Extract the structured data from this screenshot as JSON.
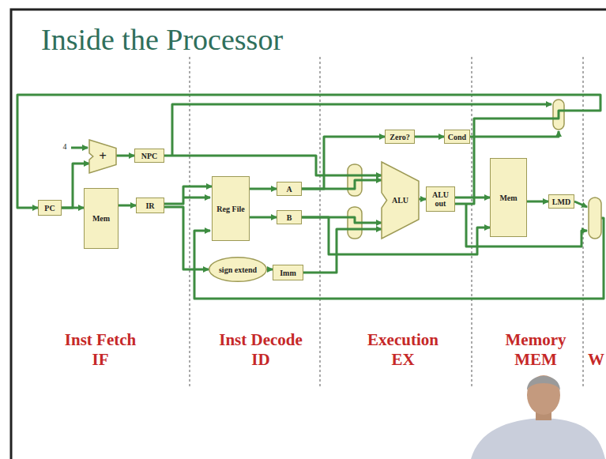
{
  "diagram": {
    "title": "Inside the Processor",
    "nodes": [
      {
        "text": [
          "PC"
        ]
      },
      {
        "text": [
          "+"
        ]
      },
      {
        "text": [
          "NPC"
        ]
      },
      {
        "text": [
          "Mem"
        ]
      },
      {
        "text": [
          "IR"
        ]
      },
      {
        "text": [
          "Reg File"
        ]
      },
      {
        "text": [
          "A"
        ]
      },
      {
        "text": [
          "B"
        ]
      },
      {
        "text": [
          "sign extend"
        ]
      },
      {
        "text": [
          "Imm"
        ]
      },
      {
        "text": [
          "Zero?"
        ]
      },
      {
        "text": [
          "Cond"
        ]
      },
      {
        "text": [
          "ALU"
        ]
      },
      {
        "text": [
          "ALU out"
        ]
      },
      {
        "text": [
          "Mem"
        ]
      },
      {
        "text": [
          "LMD"
        ]
      }
    ],
    "edges": [
      {
        "from": 0,
        "to": 1,
        "arrow": "to"
      },
      {
        "from": 0,
        "to": 3,
        "arrow": "to"
      },
      {
        "from": 1,
        "to": 2,
        "arrow": "to"
      },
      {
        "from": 2,
        "to": 12,
        "arrow": "to"
      },
      {
        "from": 3,
        "to": 4,
        "arrow": "to"
      },
      {
        "from": 4,
        "to": 5,
        "arrow": "to"
      },
      {
        "from": 4,
        "to": 8,
        "arrow": "to"
      },
      {
        "from": 5,
        "to": 6,
        "arrow": "to"
      },
      {
        "from": 5,
        "to": 7,
        "arrow": "to"
      },
      {
        "from": 8,
        "to": 9,
        "arrow": "to"
      },
      {
        "from": 6,
        "to": 12,
        "arrow": "to"
      },
      {
        "from": 6,
        "to": 10,
        "arrow": "to"
      },
      {
        "from": 7,
        "to": 12,
        "arrow": "to"
      },
      {
        "from": 9,
        "to": 12,
        "arrow": "to"
      },
      {
        "from": 7,
        "to": 14,
        "arrow": "to"
      },
      {
        "from": 10,
        "to": 11,
        "arrow": "to"
      },
      {
        "from": 12,
        "to": 13,
        "arrow": "to"
      },
      {
        "from": 13,
        "to": 14,
        "arrow": "to"
      },
      {
        "from": 13,
        "to": 0,
        "arrow": "to"
      },
      {
        "from": 14,
        "to": 15,
        "arrow": "to"
      }
    ],
    "labels": [
      "4",
      "Inst Fetch",
      "IF",
      "Inst Decode",
      "ID",
      "Execution",
      "EX",
      "Memory",
      "MEM",
      "W"
    ]
  }
}
